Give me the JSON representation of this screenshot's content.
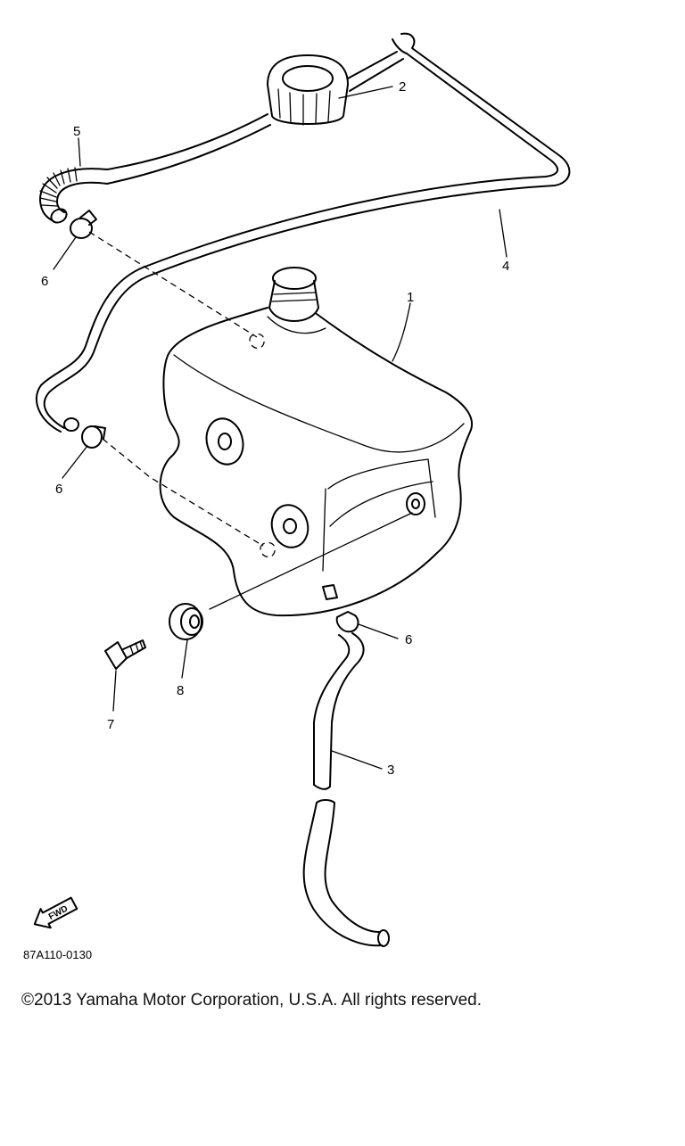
{
  "diagram": {
    "callouts": {
      "tank": "1",
      "cap": "2",
      "hose_lower": "3",
      "hose_vent": "4",
      "hose_corrugated": "5",
      "clamp_upper": "6",
      "clamp_middle": "6",
      "clamp_lower": "6",
      "bolt": "7",
      "grommet": "8"
    },
    "front_arrow_label": "FWD",
    "reference_code": "87A110-0130"
  },
  "footer": {
    "copyright": "©2013 Yamaha Motor Corporation, U.S.A. All rights reserved."
  }
}
